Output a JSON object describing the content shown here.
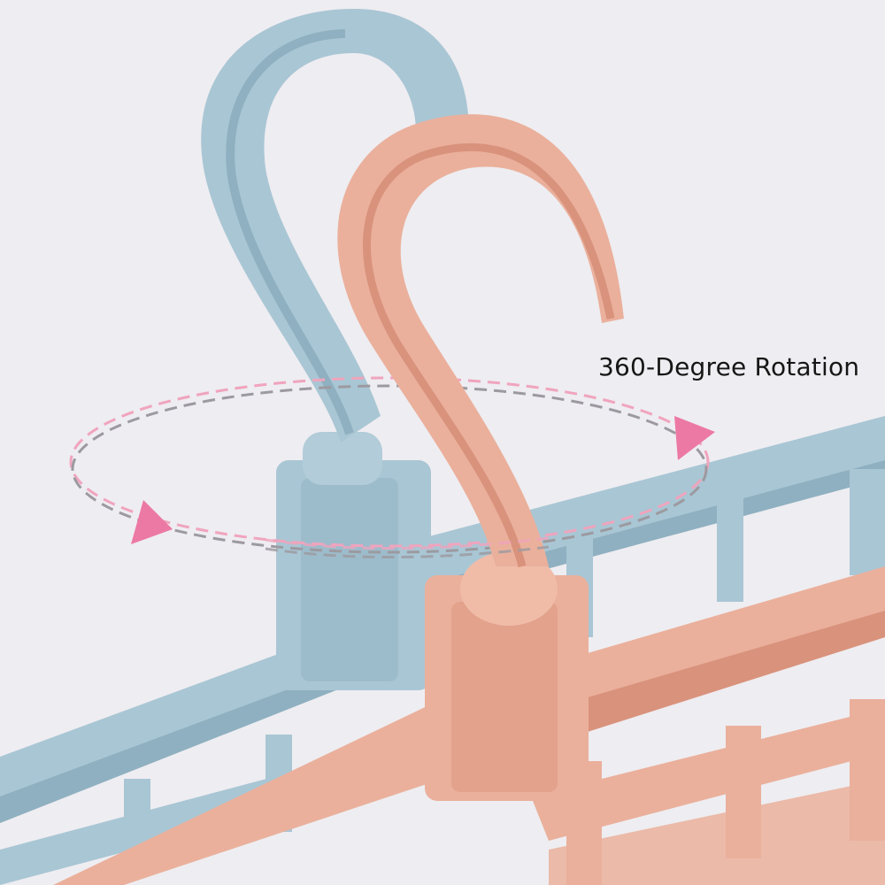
{
  "image": {
    "type": "product-photo",
    "subject": "rotating clothes hanger hooks",
    "caption": "360-Degree Rotation"
  },
  "colors": {
    "background": "#eeedf1",
    "blue_hanger": "#a9c6d4",
    "blue_hanger_shadow": "#8fb0c0",
    "pink_hanger": "#eab09c",
    "pink_hanger_shadow": "#d9927c",
    "pink_hanger_inner": "#e59f86",
    "arrow_pink": "#ec79a3",
    "dash_pink": "#f0a4bd",
    "dash_gray": "#9c9aa0",
    "text": "#161616"
  }
}
